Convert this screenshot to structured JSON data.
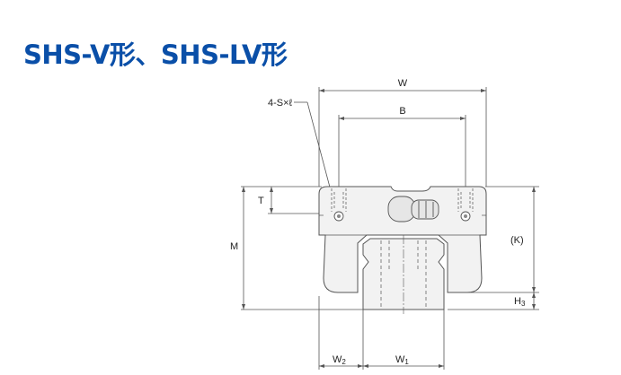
{
  "title": "SHS-V形、SHS-LV形",
  "labels": {
    "screw": "4-S×ℓ",
    "W": "W",
    "B": "B",
    "T": "T",
    "M": "M",
    "K": "(K)",
    "H3": {
      "base": "H",
      "sub": "3"
    },
    "W2": {
      "base": "W",
      "sub": "2"
    },
    "W1": {
      "base": "W",
      "sub": "1"
    }
  },
  "colors": {
    "title": "#0a4fa8",
    "line": "#555555",
    "body": "#f2f2f2"
  }
}
